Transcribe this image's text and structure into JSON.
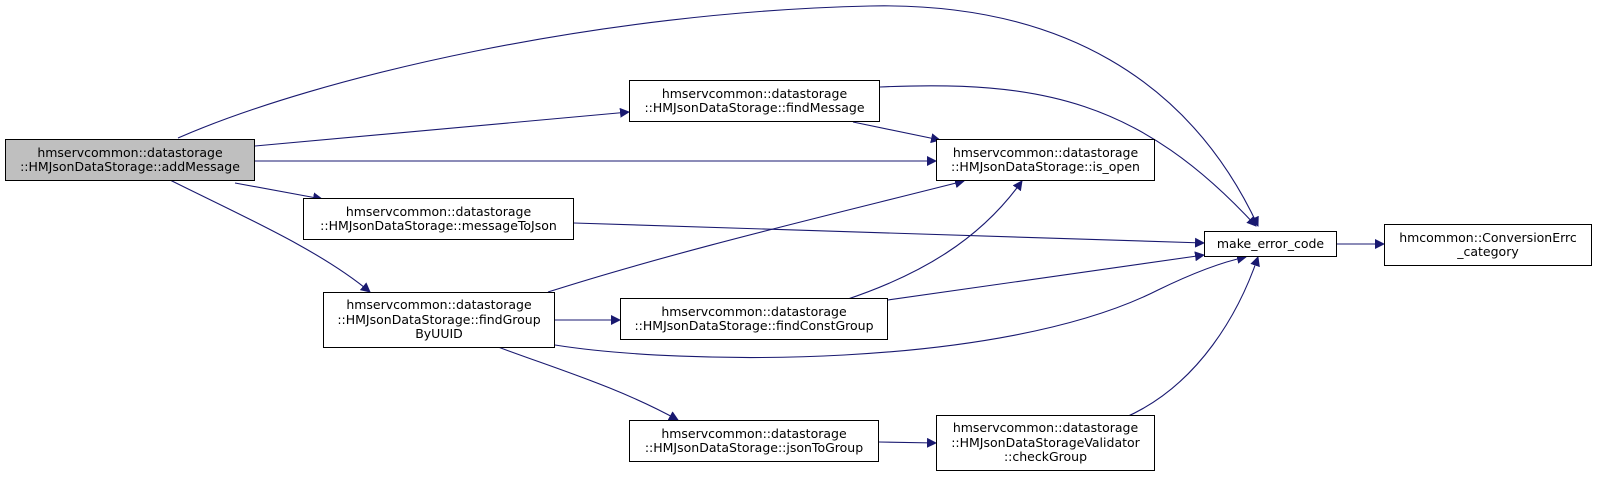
{
  "colors": {
    "edge": "#191970",
    "node_border": "#000000",
    "current_node_fill": "#bfbfbf",
    "background": "#ffffff"
  },
  "nodes": {
    "addMessage": {
      "lines": [
        "hmservcommon::datastorage",
        "::HMJsonDataStorage::addMessage"
      ]
    },
    "findMessage": {
      "lines": [
        "hmservcommon::datastorage",
        "::HMJsonDataStorage::findMessage"
      ]
    },
    "is_open": {
      "lines": [
        "hmservcommon::datastorage",
        "::HMJsonDataStorage::is_open"
      ]
    },
    "messageToJson": {
      "lines": [
        "hmservcommon::datastorage",
        "::HMJsonDataStorage::messageToJson"
      ]
    },
    "findGroupByUUID": {
      "lines": [
        "hmservcommon::datastorage",
        "::HMJsonDataStorage::findGroup",
        "ByUUID"
      ]
    },
    "findConstGroup": {
      "lines": [
        "hmservcommon::datastorage",
        "::HMJsonDataStorage::findConstGroup"
      ]
    },
    "jsonToGroup": {
      "lines": [
        "hmservcommon::datastorage",
        "::HMJsonDataStorage::jsonToGroup"
      ]
    },
    "checkGroup": {
      "lines": [
        "hmservcommon::datastorage",
        "::HMJsonDataStorageValidator",
        "::checkGroup"
      ]
    },
    "make_error_code": {
      "lines": [
        "make_error_code"
      ]
    },
    "conversion_errc": {
      "lines": [
        "hmcommon::ConversionErrc",
        "_category"
      ]
    }
  },
  "edges": [
    [
      "addMessage",
      "make_error_code"
    ],
    [
      "addMessage",
      "findMessage"
    ],
    [
      "addMessage",
      "is_open"
    ],
    [
      "addMessage",
      "messageToJson"
    ],
    [
      "addMessage",
      "findGroupByUUID"
    ],
    [
      "findMessage",
      "is_open"
    ],
    [
      "findMessage",
      "make_error_code"
    ],
    [
      "messageToJson",
      "make_error_code"
    ],
    [
      "findGroupByUUID",
      "is_open"
    ],
    [
      "findGroupByUUID",
      "findConstGroup"
    ],
    [
      "findGroupByUUID",
      "make_error_code"
    ],
    [
      "findGroupByUUID",
      "jsonToGroup"
    ],
    [
      "findConstGroup",
      "is_open"
    ],
    [
      "findConstGroup",
      "make_error_code"
    ],
    [
      "jsonToGroup",
      "checkGroup"
    ],
    [
      "checkGroup",
      "make_error_code"
    ],
    [
      "make_error_code",
      "conversion_errc"
    ]
  ]
}
